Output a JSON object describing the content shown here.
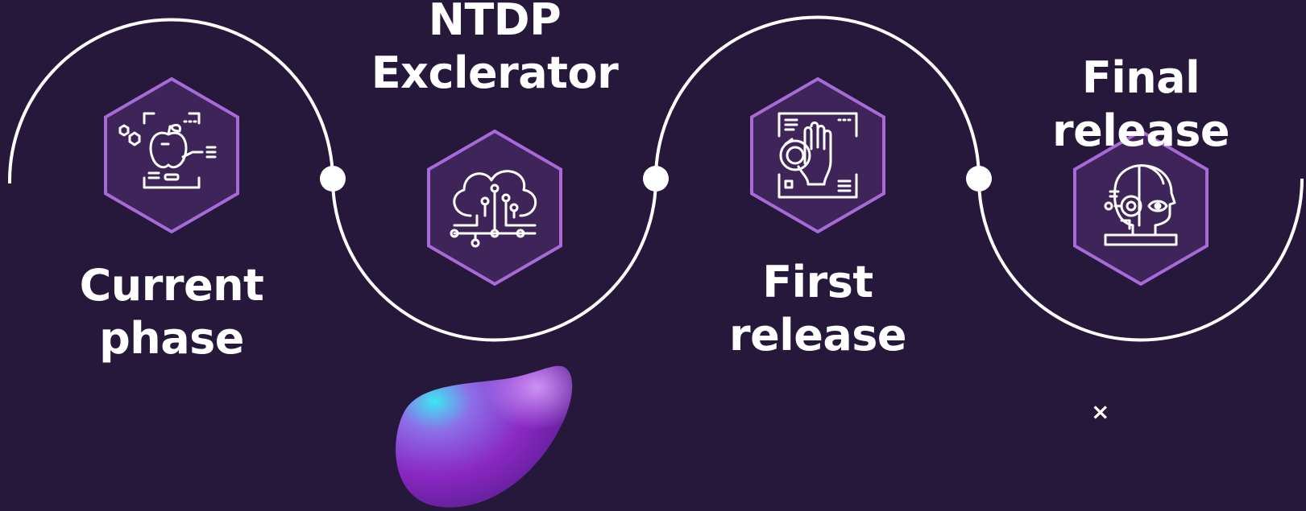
{
  "colors": {
    "background": "#25183a",
    "hexagon_fill": "#3f2459",
    "hexagon_stroke": "#a86ad8",
    "line": "#ffffff",
    "text": "#ffffff"
  },
  "steps": [
    {
      "label_line1": "Current",
      "label_line2": "phase",
      "icon": "apple-analysis-icon"
    },
    {
      "label_line1": "NTDP",
      "label_line2": "Exclerator",
      "icon": "cloud-circuit-icon"
    },
    {
      "label_line1": "First",
      "label_line2": "release",
      "icon": "hand-scan-icon"
    },
    {
      "label_line1": "Final",
      "label_line2": "release",
      "icon": "cyborg-head-icon"
    }
  ],
  "decorations": {
    "close_mark": "×",
    "blob": "gradient-blob"
  }
}
